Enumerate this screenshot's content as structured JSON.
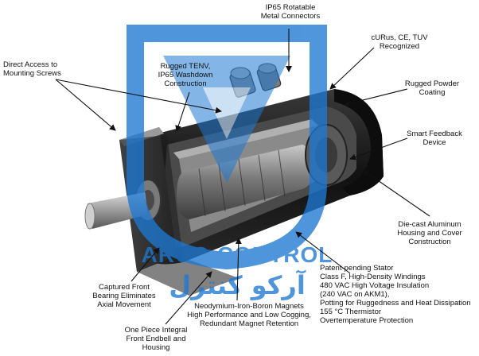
{
  "colors": {
    "background": "#ffffff",
    "text": "#111111",
    "leader": "#111111",
    "housing_dark": "#1a1a1a",
    "stator_gray": "#8a8a8a",
    "watermark": "#1e78d2"
  },
  "icons": {
    "motor": "cutaway-servo-motor-illustration",
    "connector": "rotatable-connector",
    "watermark": "company-logo-watermark"
  },
  "watermark": {
    "latin": "ARCO CONTROL",
    "arabic": "آرکو کنترل"
  },
  "labels": {
    "connectors": "IP65 Rotatable\nMetal Connectors",
    "certs": "cURus, CE, TUV\nRecognized",
    "direct_access": "Direct Access to\nMounting Screws",
    "tenv": "Rugged TENV,\nIP65 Washdown\nConstruction",
    "powder_coating": "Rugged Powder\nCoating",
    "feedback": "Smart Feedback\nDevice",
    "housing": "Die-cast Aluminum\nHousing and Cover\nConstruction",
    "stator": "Patent-pending Stator\nClass F, High-Density Windings\n480 VAC High Voltage Insulation\n(240 VAC on AKM1),\nPotting for Ruggedness and Heat Dissipation\n155 °C Thermistor\nOvertemperature Protection",
    "bearing": "Captured Front\nBearing Eliminates\nAxial Movement",
    "magnets": "Neodymium-Iron-Boron Magnets\nHigh Performance and Low Cogging,\nRedundant Magnet Retention",
    "endbell": "One Piece Integral\nFront Endbell and\nHousing"
  }
}
